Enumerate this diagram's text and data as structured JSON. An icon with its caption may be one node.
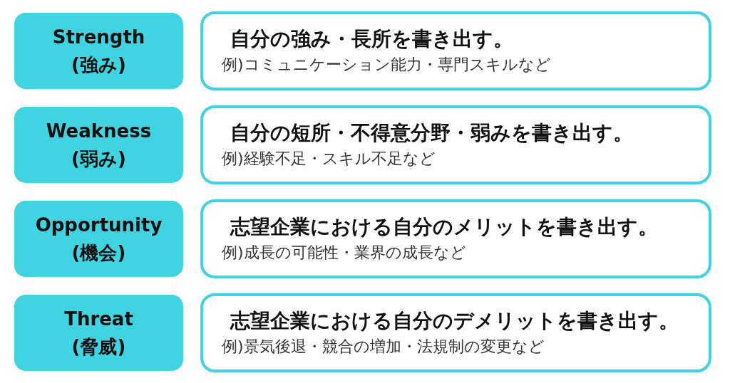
{
  "diagram": {
    "nodes": [
      {
        "text": [
          "Strength",
          "(強み)"
        ]
      },
      {
        "text": [
          "自分の強み・長所を書き出す。",
          "例)コミュニケーション能力・専門スキルなど"
        ]
      },
      {
        "text": [
          "Weakness",
          "(弱み)"
        ]
      },
      {
        "text": [
          "自分の短所・不得意分野・弱みを書き出す。",
          "例)経験不足・スキル不足など"
        ]
      },
      {
        "text": [
          "Opportunity",
          "(機会)"
        ]
      },
      {
        "text": [
          "志望企業における自分のメリットを書き出す。",
          "例)成長の可能性・業界の成長など"
        ]
      },
      {
        "text": [
          "Threat",
          "(脅威)"
        ]
      },
      {
        "text": [
          "志望企業における自分のデメリットを書き出す。",
          "例)景気後退・競合の増加・法規制の変更など"
        ]
      }
    ]
  }
}
